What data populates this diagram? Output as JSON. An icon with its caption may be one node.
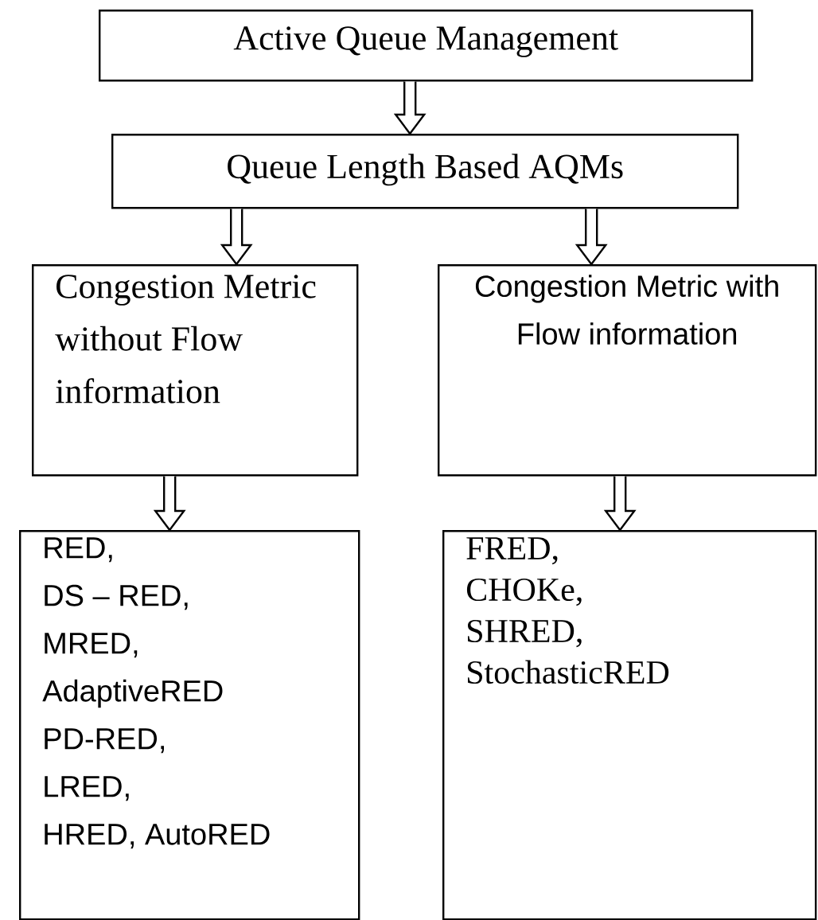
{
  "diagram": {
    "nodes": [
      {
        "text": [
          "Active Queue Management"
        ]
      },
      {
        "text": [
          "Queue Length Based AQMs"
        ]
      },
      {
        "text": [
          "Congestion Metric without Flow information"
        ]
      },
      {
        "text": [
          "Congestion Metric with Flow information"
        ]
      },
      {
        "text": [
          "RED,",
          "DS – RED,",
          "MRED,",
          "AdaptiveRED",
          "PD-RED,",
          "LRED,",
          "HRED, AutoRED"
        ]
      },
      {
        "text": [
          "FRED,",
          "CHOKe,",
          "SHRED,",
          "StochasticRED"
        ]
      }
    ],
    "edges": [
      {
        "from": 0,
        "to": 1,
        "arrow": "to"
      },
      {
        "from": 1,
        "to": 2,
        "arrow": "to"
      },
      {
        "from": 1,
        "to": 3,
        "arrow": "to"
      },
      {
        "from": 2,
        "to": 4,
        "arrow": "to"
      },
      {
        "from": 3,
        "to": 5,
        "arrow": "to"
      }
    ]
  }
}
